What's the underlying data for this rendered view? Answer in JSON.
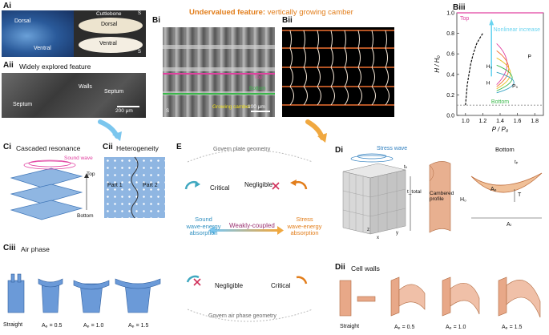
{
  "panels": {
    "Ai": {
      "label": "Ai",
      "dorsal": "Dorsal",
      "ventral": "Ventral",
      "cuttlebone": "Cuttlebone",
      "dorsal2": "Dorsal",
      "ventral2": "Ventral",
      "s_mark": "S",
      "s_mark2": "S"
    },
    "Aii": {
      "label": "Aii",
      "title": "Widely explored feature",
      "walls": "Walls",
      "septum1": "Septum",
      "septum2": "Septum",
      "scale": "200 μm"
    },
    "B": {
      "header_prefix": "Undervalued feature:",
      "header_suffix": " vertically growing camber"
    },
    "Bi": {
      "label": "Bi",
      "top": "Top",
      "bottom": "Bottom",
      "camber": "Growing camber",
      "scale": "100 μm",
      "s": "S"
    },
    "Bii": {
      "label": "Bii"
    },
    "Biii": {
      "label": "Biii",
      "top": "Top",
      "bottom": "Bottom",
      "annot": "Nonlinear increase",
      "h0": "H₀",
      "h": "H",
      "p": "P",
      "p0": "P₀",
      "ylabel": "H / H₀",
      "xlabel": "P / P₀"
    },
    "Ci": {
      "label": "Ci",
      "title": "Cascaded resonance",
      "sound": "Sound wave",
      "top": "Top",
      "bottom": "Bottom"
    },
    "Cii": {
      "label": "Cii",
      "title": "Heterogeneity",
      "part1": "Part 1",
      "part2": "Part 2"
    },
    "Ciii": {
      "label": "Ciii",
      "title": "Air phase",
      "captions": [
        "Straight",
        "Aₚ = 0.5",
        "Aₚ = 1.0",
        "Aₚ = 1.5"
      ]
    },
    "E": {
      "label": "E",
      "govern_plate": "Govern plate geometry",
      "govern_air": "Govern air phase geometry",
      "critical1": "Critical",
      "negligible1": "Negligible",
      "sound_abs": "Sound\nwave-energy\nabsorption",
      "weak": "Weakly-coupled",
      "stress_abs": "Stress\nwave-energy\nabsorption",
      "negligible2": "Negligible",
      "critical2": "Critical"
    },
    "Di": {
      "label": "Di",
      "stress": "Stress wave",
      "cambered": "Cambered\nprofile",
      "h0": "H₀",
      "bottom": "Bottom",
      "tp": "tₚ",
      "ap": "Aₚ",
      "t": "T",
      "at": "Aₗ",
      "ttotal": "t_total",
      "tk": "tₖ",
      "x": "x",
      "y": "y",
      "z": "z"
    },
    "Dii": {
      "label": "Dii",
      "title": "Cell walls",
      "captions": [
        "Straight",
        "Aₚ = 0.5",
        "Aₚ = 1.0",
        "Aₚ = 1.5"
      ]
    }
  },
  "chart_data": {
    "type": "line",
    "xlabel": "P / P₀",
    "ylabel": "H / H₀",
    "xlim": [
      0.9,
      1.9
    ],
    "ylim": [
      0.0,
      1.0
    ],
    "xticks": [
      1.0,
      1.2,
      1.4,
      1.6,
      1.8
    ],
    "yticks": [
      0.0,
      0.2,
      0.4,
      0.6,
      0.8,
      1.0
    ],
    "series": [
      {
        "values": [
          [
            1.0,
            0.1
          ],
          [
            1.01,
            0.2
          ],
          [
            1.02,
            0.3
          ],
          [
            1.04,
            0.4
          ],
          [
            1.06,
            0.5
          ],
          [
            1.09,
            0.6
          ],
          [
            1.13,
            0.7
          ],
          [
            1.17,
            0.76
          ],
          [
            1.2,
            0.8
          ]
        ]
      }
    ],
    "reference_lines": [
      {
        "y": 1.0,
        "label": "Top"
      },
      {
        "y": 0.1,
        "label": "Bottom"
      }
    ],
    "colors": {
      "top": "#e040a0",
      "bottom": "#3ab84a",
      "annot": "#6ad4f0",
      "curve": "#111111"
    }
  }
}
